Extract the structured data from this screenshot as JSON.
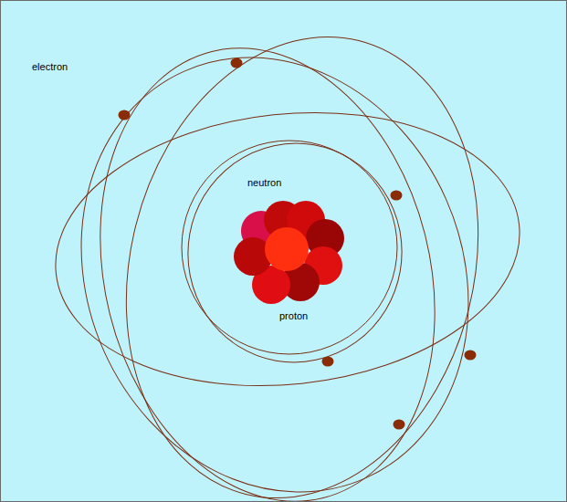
{
  "diagram": {
    "labels": [
      "electron",
      "neutron",
      "proton"
    ]
  }
}
